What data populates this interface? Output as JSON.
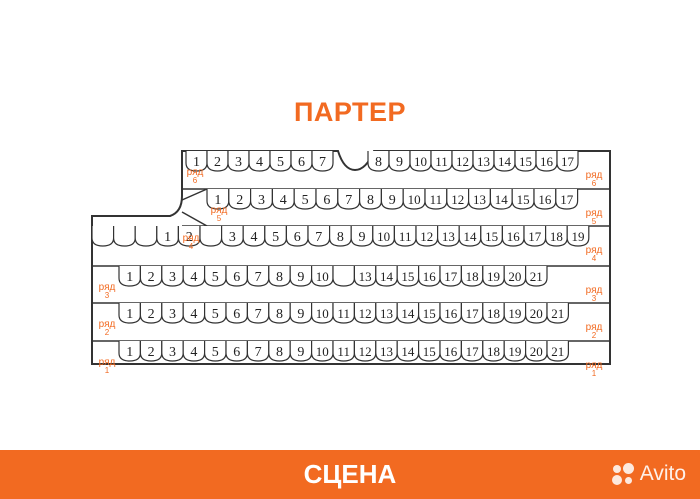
{
  "title": "ПАРТЕР",
  "stage_label": "СЦЕНА",
  "watermark": "Avito",
  "row_word": "ряд",
  "colors": {
    "accent": "#f26a21",
    "outline": "#333333",
    "background": "#ffffff"
  },
  "rows": [
    {
      "number": "6",
      "seats": [
        "1",
        "2",
        "3",
        "4",
        "5",
        "6",
        "7",
        "",
        "8",
        "9",
        "10",
        "11",
        "12",
        "13",
        "14",
        "15",
        "16",
        "17"
      ]
    },
    {
      "number": "5",
      "seats": [
        "1",
        "2",
        "3",
        "4",
        "5",
        "6",
        "7",
        "8",
        "9",
        "10",
        "11",
        "12",
        "13",
        "14",
        "15",
        "16",
        "17"
      ]
    },
    {
      "number": "4",
      "seats": [
        "",
        "",
        "",
        "1",
        "2",
        "",
        "3",
        "4",
        "5",
        "6",
        "7",
        "8",
        "9",
        "10",
        "11",
        "12",
        "13",
        "14",
        "15",
        "16",
        "17",
        "18",
        "19"
      ]
    },
    {
      "number": "3",
      "seats": [
        "1",
        "2",
        "3",
        "4",
        "5",
        "6",
        "7",
        "8",
        "9",
        "10",
        "",
        "13",
        "14",
        "15",
        "16",
        "17",
        "18",
        "19",
        "20",
        "21"
      ]
    },
    {
      "number": "2",
      "seats": [
        "1",
        "2",
        "3",
        "4",
        "5",
        "6",
        "7",
        "8",
        "9",
        "10",
        "11",
        "12",
        "13",
        "14",
        "15",
        "16",
        "17",
        "18",
        "19",
        "20",
        "21"
      ]
    },
    {
      "number": "1",
      "seats": [
        "1",
        "2",
        "3",
        "4",
        "5",
        "6",
        "7",
        "8",
        "9",
        "10",
        "11",
        "12",
        "13",
        "14",
        "15",
        "16",
        "17",
        "18",
        "19",
        "20",
        "21"
      ]
    }
  ]
}
